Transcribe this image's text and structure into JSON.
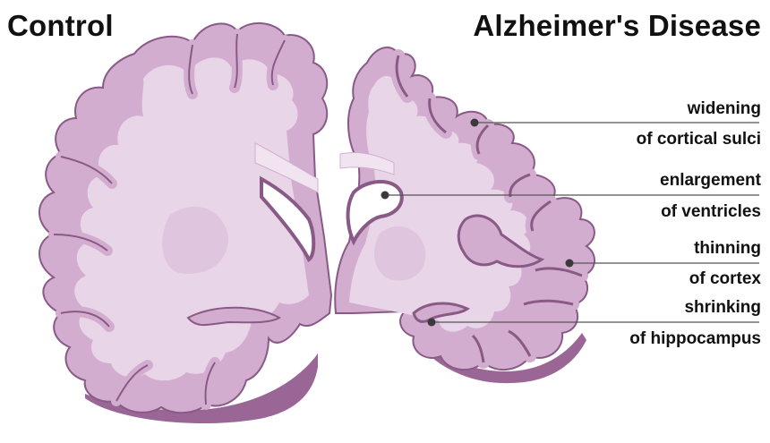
{
  "titles": {
    "left": "Control",
    "right": "Alzheimer's Disease"
  },
  "annotations": [
    {
      "line1": "widening",
      "line2": "of cortical sulci"
    },
    {
      "line1": "enlargement",
      "line2": "of ventricles"
    },
    {
      "line1": "thinning",
      "line2": "of cortex"
    },
    {
      "line1": "shrinking",
      "line2": "of hippocampus"
    }
  ],
  "colors": {
    "cortex_light": "#e9d5e8",
    "white_matter": "#e6cfe3",
    "grey_matter": "#d2adcf",
    "outline": "#8a5a86",
    "shadow": "#9a6696",
    "ventricle": "#ffffff",
    "leader_line": "#555555"
  }
}
